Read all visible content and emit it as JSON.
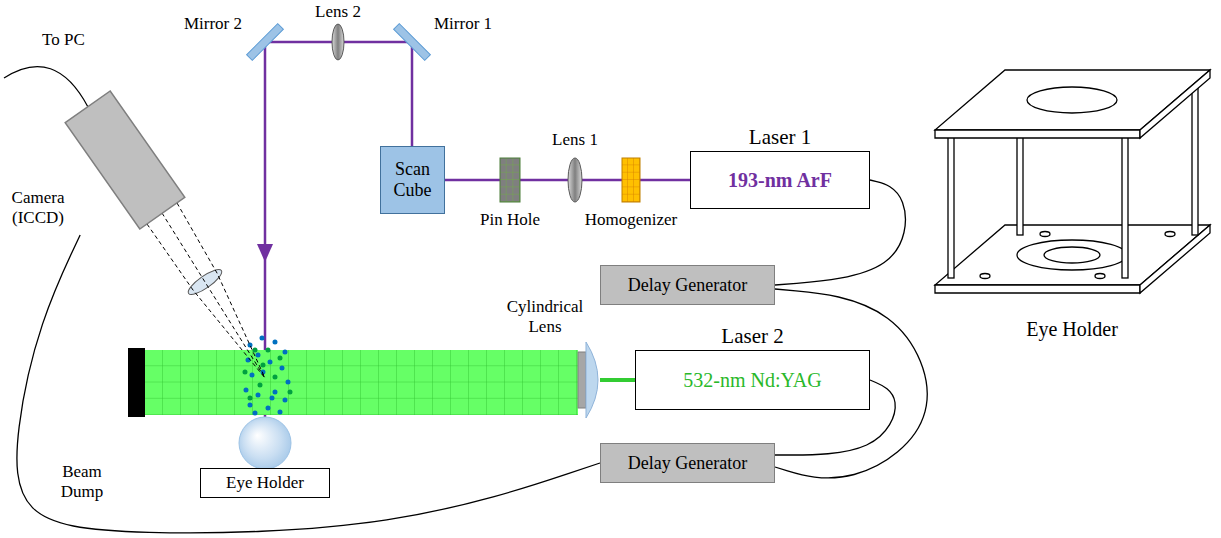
{
  "diagram": {
    "nodes": [
      {
        "text": [
          "Camera (ICCD)"
        ]
      },
      {
        "text": [
          "Scan Cube"
        ]
      },
      {
        "text": [
          "Laser 1",
          "193-nm ArF"
        ]
      },
      {
        "text": [
          "Delay Generator"
        ]
      },
      {
        "text": [
          "Laser 2",
          "532-nm Nd:YAG"
        ]
      },
      {
        "text": [
          "Delay Generator"
        ]
      },
      {
        "text": [
          "Eye Holder"
        ]
      }
    ],
    "edges": [
      {
        "from": 2,
        "to": 1,
        "arrow": "none"
      },
      {
        "from": 2,
        "to": 3,
        "arrow": "none"
      },
      {
        "from": 3,
        "to": 5,
        "arrow": "none"
      },
      {
        "from": 4,
        "to": 5,
        "arrow": "none"
      },
      {
        "from": 0,
        "to": 5,
        "arrow": "none"
      }
    ],
    "labels": [
      "To PC",
      "Mirror 2",
      "Lens 2",
      "Mirror 1",
      "Lens 1",
      "Pin Hole",
      "Homogenizer",
      "Cylindrical Lens",
      "Beam Dump",
      "Eye Holder"
    ]
  }
}
